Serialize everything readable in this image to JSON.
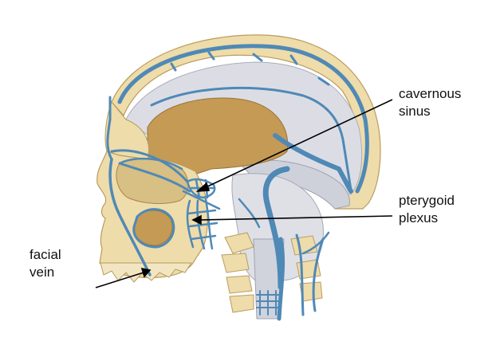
{
  "labels": {
    "cavernous_sinus": [
      "cavernous",
      "sinus"
    ],
    "pterygoid_plexus": [
      "pterygoid",
      "plexus"
    ],
    "facial_vein": [
      "facial",
      "vein"
    ]
  },
  "colors": {
    "bone": "#eedcab",
    "bone_shadow": "#d8bf83",
    "bone_outline": "#b99c5e",
    "cavity": "#c49a55",
    "dura": "#d9dbe2",
    "dura_line": "#a9aebb",
    "vein": "#4f89b6",
    "vein_dark": "#2f5f86",
    "arrow": "#000000"
  },
  "icons": [
    "skull-illustration",
    "venous-network",
    "pointer-arrow"
  ]
}
